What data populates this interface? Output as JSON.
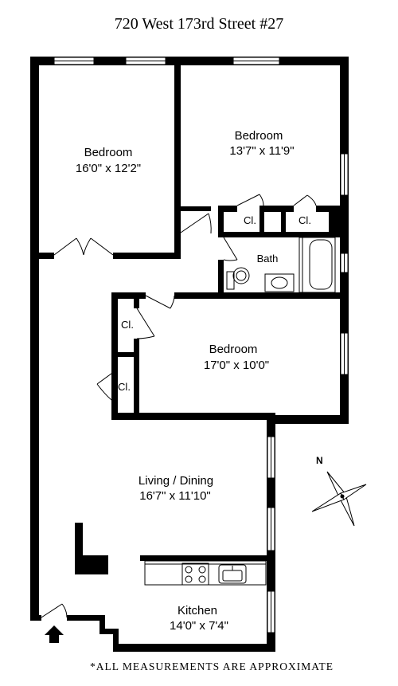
{
  "title": "720 West 173rd Street #27",
  "rooms": {
    "bedroom_1": {
      "name": "Bedroom",
      "dims": "16'0\" x 12'2\""
    },
    "bedroom_2": {
      "name": "Bedroom",
      "dims": "13'7\" x 11'9\""
    },
    "bedroom_3": {
      "name": "Bedroom",
      "dims": "17'0\" x 10'0\""
    },
    "living": {
      "name": "Living / Dining",
      "dims": "16'7\" x 11'10\""
    },
    "kitchen": {
      "name": "Kitchen",
      "dims": "14'0\" x 7'4\""
    },
    "bath": {
      "name": "Bath"
    },
    "closet_1": {
      "name": "Cl."
    },
    "closet_2": {
      "name": "Cl."
    },
    "closet_3": {
      "name": "Cl."
    },
    "closet_4": {
      "name": "Cl."
    }
  },
  "compass": {
    "label": "N"
  },
  "footnote": "*ALL MEASUREMENTS ARE APPROXIMATE",
  "icons": {
    "entry": "entry-arrow-icon",
    "compass": "compass-rose-icon"
  },
  "colors": {
    "wall": "#000000",
    "background": "#ffffff"
  }
}
